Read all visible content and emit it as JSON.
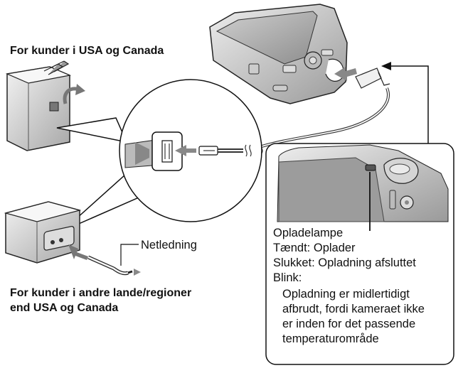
{
  "labels": {
    "usa_canada": "For kunder i USA og Canada",
    "other_regions_line1": "For kunder i andre lande/regioner",
    "other_regions_line2": "end USA og Canada",
    "power_cord": "Netledning"
  },
  "charge_lamp": {
    "title": "Opladelampe",
    "lit": "Tændt: Oplader",
    "off": "Slukket: Opladning afsluttet",
    "blink": "Blink:",
    "blink_detail": [
      "Opladning er midlertidigt",
      "afbrudt, fordi kameraet ikke",
      "er inden for det passende",
      "temperaturområde"
    ]
  }
}
